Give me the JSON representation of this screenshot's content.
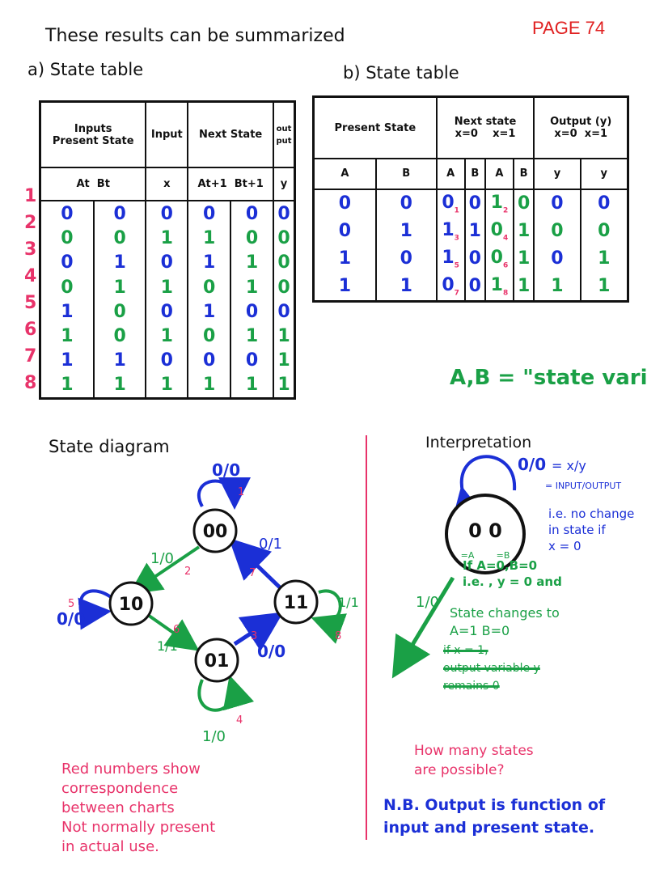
{
  "page_label": "PAGE 74",
  "heading": "These results can be summarized",
  "table_a": {
    "caption": "a) State table",
    "hdr_inputs": "Inputs",
    "hdr_present_state": "Present State",
    "hdr_input": "Input",
    "hdr_next_state": "Next State",
    "hdr_output": "out put",
    "col_at": "At",
    "col_bt": "Bt",
    "col_x": "x",
    "col_at1": "At+1",
    "col_bt1": "Bt+1",
    "col_y": "y",
    "row_numbers": [
      "1",
      "2",
      "3",
      "4",
      "5",
      "6",
      "7",
      "8"
    ],
    "rows": [
      [
        "0",
        "0",
        "0",
        "0",
        "0",
        "0"
      ],
      [
        "0",
        "0",
        "1",
        "1",
        "0",
        "0"
      ],
      [
        "0",
        "1",
        "0",
        "1",
        "1",
        "0"
      ],
      [
        "0",
        "1",
        "1",
        "0",
        "1",
        "0"
      ],
      [
        "1",
        "0",
        "0",
        "1",
        "0",
        "0"
      ],
      [
        "1",
        "0",
        "1",
        "0",
        "1",
        "1"
      ],
      [
        "1",
        "1",
        "0",
        "0",
        "0",
        "1"
      ],
      [
        "1",
        "1",
        "1",
        "1",
        "1",
        "1"
      ]
    ]
  },
  "table_b": {
    "caption": "b) State table",
    "hdr_present_state": "Present State",
    "hdr_next_state": "Next state",
    "hdr_output": "Output (y)",
    "x0": "x=0",
    "x1": "x=1",
    "col_a": "A",
    "col_b": "B",
    "col_y": "y",
    "rows": [
      {
        "a": "0",
        "b": "0",
        "n0a": "0",
        "n0b": "0",
        "m0": "1",
        "n1a": "1",
        "n1b": "0",
        "m1": "2",
        "y0": "0",
        "y1": "0"
      },
      {
        "a": "0",
        "b": "1",
        "n0a": "1",
        "n0b": "1",
        "m0": "3",
        "n1a": "0",
        "n1b": "1",
        "m1": "4",
        "y0": "0",
        "y1": "0"
      },
      {
        "a": "1",
        "b": "0",
        "n0a": "1",
        "n0b": "0",
        "m0": "5",
        "n1a": "0",
        "n1b": "1",
        "m1": "6",
        "y0": "0",
        "y1": "1"
      },
      {
        "a": "1",
        "b": "1",
        "n0a": "0",
        "n0b": "0",
        "m0": "7",
        "n1a": "1",
        "n1b": "1",
        "m1": "8",
        "y0": "1",
        "y1": "1"
      }
    ]
  },
  "state_variables_note": "A,B = \"state variables\"",
  "state_diagram": {
    "title": "State diagram",
    "states": [
      "00",
      "10",
      "01",
      "11"
    ],
    "labels": {
      "s00_loop": "0/0",
      "s00_loop_n": "1",
      "s00_to_10": "1/0",
      "s00_to_10_n": "2",
      "s10_loop": "0/0",
      "s10_loop_n": "5",
      "s10_to_01": "1/1",
      "s10_to_01_n": "6",
      "s01_to_11": "0/0",
      "s01_to_11_n": "3",
      "s11_to_00": "0/1",
      "s11_to_00_n": "7",
      "s11_loop": "1/1",
      "s11_loop_n": "8",
      "s01_loop": "1/0",
      "s01_loop_n": "4"
    }
  },
  "red_note": [
    "Red numbers show",
    "correspondence",
    "between charts",
    "Not normally present",
    "in actual use."
  ],
  "interpretation": {
    "title": "Interpretation",
    "loop_label": "0/0",
    "eq1": "= x/y",
    "eq2": "= INPUT/OUTPUT",
    "note1": [
      "i.e. no change",
      "in state if",
      "x = 0"
    ],
    "node_state": "0 0",
    "node_a": "=A",
    "node_b": "=B",
    "note2": [
      "If A=0,B=0",
      "i.e. , y = 0 and"
    ],
    "arrow_label": "1/0",
    "note3": [
      "State changes to",
      "A=1  B=0"
    ],
    "struck": [
      "if  x = 1,",
      "output variable y",
      "remains 0"
    ],
    "question": [
      "How many states",
      "are possible?"
    ],
    "nb": [
      "N.B. Output is function of",
      "input and present state."
    ]
  }
}
